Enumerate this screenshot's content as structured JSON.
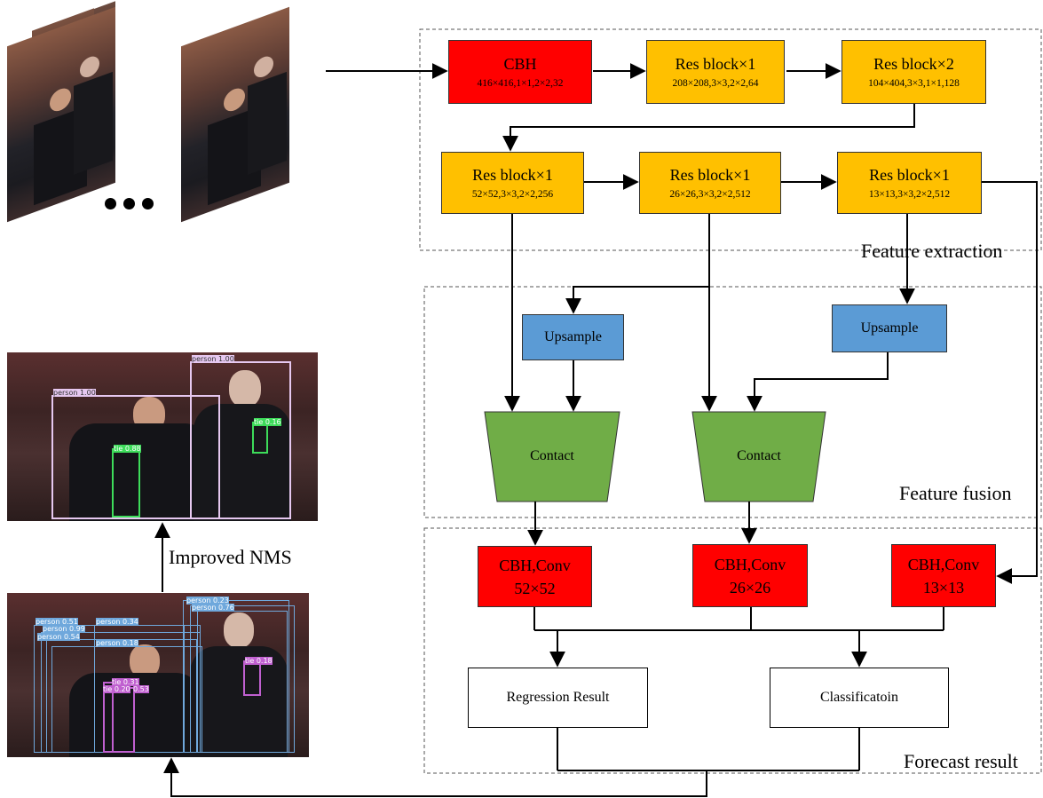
{
  "sections": {
    "feature_extraction": "Feature extraction",
    "feature_fusion": "Feature fusion",
    "forecast_result": "Forecast result"
  },
  "backbone": {
    "cbh": {
      "title": "CBH",
      "params": "416×416,1×1,2×2,32"
    },
    "res1": {
      "title": "Res block×1",
      "params": "208×208,3×3,2×2,64"
    },
    "res2": {
      "title": "Res block×2",
      "params": "104×404,3×3,1×1,128"
    },
    "res3": {
      "title": "Res block×1",
      "params": "52×52,3×3,2×2,256"
    },
    "res4": {
      "title": "Res block×1",
      "params": "26×26,3×3,2×2,512"
    },
    "res5": {
      "title": "Res block×1",
      "params": "13×13,3×3,2×2,512"
    }
  },
  "fusion": {
    "upsample_left": "Upsample",
    "upsample_right": "Upsample",
    "contact_left": "Contact",
    "contact_right": "Contact"
  },
  "heads": {
    "head52": {
      "title": "CBH,Conv",
      "size": "52×52"
    },
    "head26": {
      "title": "CBH,Conv",
      "size": "26×26"
    },
    "head13": {
      "title": "CBH,Conv",
      "size": "13×13"
    }
  },
  "results": {
    "regression": "Regression Result",
    "classification": "Classificatoin"
  },
  "nms_label": "Improved NMS",
  "detections_final": [
    {
      "label": "person 1.00",
      "color": "#e6c8f0"
    },
    {
      "label": "person 1.00",
      "color": "#e6c8f0"
    },
    {
      "label": "tie 0.88",
      "color": "#3ddc5a"
    },
    {
      "label": "tie 0.16",
      "color": "#3ddc5a"
    }
  ],
  "detections_raw": [
    {
      "label": "person 0.51",
      "color": "#6fa8dc"
    },
    {
      "label": "person 0.99",
      "color": "#6fa8dc"
    },
    {
      "label": "person 0.34",
      "color": "#6fa8dc"
    },
    {
      "label": "person 0.54",
      "color": "#6fa8dc"
    },
    {
      "label": "person 0.18",
      "color": "#6fa8dc"
    },
    {
      "label": "person 0.23",
      "color": "#6fa8dc"
    },
    {
      "label": "person 0.76",
      "color": "#6fa8dc"
    },
    {
      "label": "tie 0.18",
      "color": "#c060d0"
    },
    {
      "label": "tie 0.31",
      "color": "#c060d0"
    },
    {
      "label": "tie 0.20",
      "color": "#c060d0"
    },
    {
      "label": "0.53",
      "color": "#c060d0"
    }
  ],
  "colors": {
    "cbh_red": "#ff0000",
    "res_orange": "#ffc000",
    "upsample_blue": "#5b9bd5",
    "contact_green": "#70ad47"
  }
}
